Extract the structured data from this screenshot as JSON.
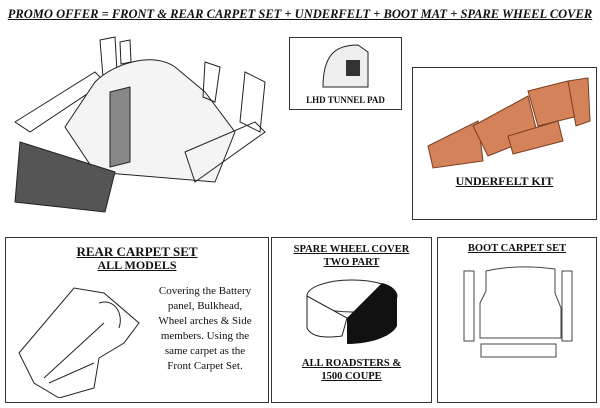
{
  "title": "PROMO OFFER = FRONT & REAR CARPET SET + UNDERFELT + BOOT MAT + SPARE WHEEL COVER",
  "lhd_tunnel_pad": {
    "label": "LHD TUNNEL PAD"
  },
  "underfelt": {
    "label": "UNDERFELT KIT",
    "color": "#d4825a"
  },
  "rear_carpet": {
    "title": "REAR CARPET SET",
    "subtitle": "ALL MODELS",
    "description": [
      "Covering the Battery",
      "panel, Bulkhead,",
      "Wheel arches & Side",
      "members. Using the",
      "same carpet as the",
      "Front Carpet Set."
    ]
  },
  "spare_wheel": {
    "title": "SPARE WHEEL COVER",
    "subtitle": "TWO PART",
    "footer1": "ALL ROADSTERS &",
    "footer2": "1500 COUPE"
  },
  "boot_carpet": {
    "title": "BOOT CARPET SET"
  }
}
